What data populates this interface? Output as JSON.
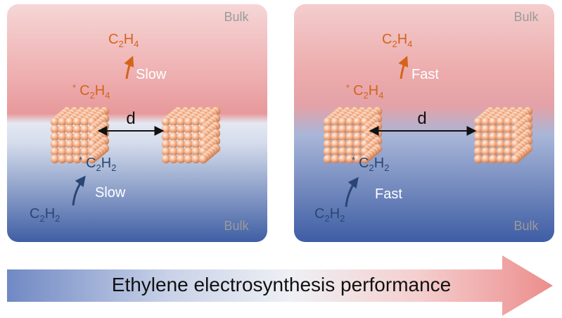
{
  "colors": {
    "ethylene": "#d4641c",
    "acetylene": "#2a4674",
    "bulk_label": "#9a9a9a",
    "rate_label": "#ffffff",
    "panel_red": "#e99a9c",
    "panel_blue": "#4564a8",
    "arrow_left": "#6f8bc7",
    "arrow_right": "#ec8d8c",
    "sphere_light": "#fde3cf",
    "sphere_mid": "#f6b490",
    "sphere_dark": "#c8764c"
  },
  "panels": [
    {
      "bulk_top": "Bulk",
      "bulk_bottom": "Bulk",
      "product_top": {
        "base": "C",
        "sub1": "2",
        "mid": "H",
        "sub2": "4"
      },
      "adsorbed_product": {
        "star": "*",
        "base": "C",
        "sub1": "2",
        "mid": "H",
        "sub2": "4"
      },
      "adsorbed_reactant": {
        "star": "*",
        "base": "C",
        "sub1": "2",
        "mid": "H",
        "sub2": "2"
      },
      "reactant_bottom": {
        "base": "C",
        "sub1": "2",
        "mid": "H",
        "sub2": "2"
      },
      "rate_top": "Slow",
      "rate_bottom": "Slow",
      "distance_label": "d"
    },
    {
      "bulk_top": "Bulk",
      "bulk_bottom": "Bulk",
      "product_top": {
        "base": "C",
        "sub1": "2",
        "mid": "H",
        "sub2": "4"
      },
      "adsorbed_product": {
        "star": "*",
        "base": "C",
        "sub1": "2",
        "mid": "H",
        "sub2": "4"
      },
      "adsorbed_reactant": {
        "star": "*",
        "base": "C",
        "sub1": "2",
        "mid": "H",
        "sub2": "2"
      },
      "reactant_bottom": {
        "base": "C",
        "sub1": "2",
        "mid": "H",
        "sub2": "2"
      },
      "rate_top": "Fast",
      "rate_bottom": "Fast",
      "distance_label": "d"
    }
  ],
  "performance_arrow": {
    "label": "Ethylene electrosynthesis performance"
  }
}
